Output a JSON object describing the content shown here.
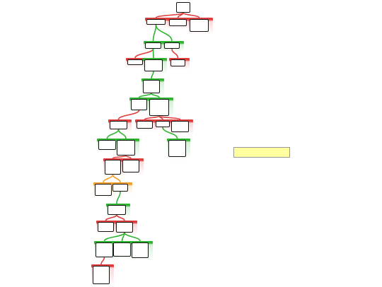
{
  "colors": {
    "green": "#2db52d",
    "red": "#e03c3c",
    "orange": "#f2a02a",
    "note": "#ffffa0"
  },
  "root": "",
  "note": "",
  "nodes": [
    {
      "text": "",
      "status": "red"
    },
    {
      "text": "",
      "status": "red"
    },
    {
      "text": "",
      "status": "red"
    },
    {
      "text": "",
      "status": "green"
    },
    {
      "text": "",
      "status": "green"
    },
    {
      "text": "",
      "status": "red"
    },
    {
      "text": "",
      "status": "green"
    },
    {
      "text": "",
      "status": "red"
    },
    {
      "text": "",
      "status": "green"
    },
    {
      "text": "",
      "status": "green"
    },
    {
      "text": "",
      "status": "green"
    },
    {
      "text": "",
      "status": "red"
    },
    {
      "text": "",
      "status": "red"
    },
    {
      "text": "",
      "status": "red"
    },
    {
      "text": "",
      "status": "red"
    },
    {
      "text": "",
      "status": "green"
    },
    {
      "text": "",
      "status": "green"
    },
    {
      "text": "",
      "status": "green"
    },
    {
      "text": "",
      "status": "red"
    },
    {
      "text": "",
      "status": "red"
    },
    {
      "text": "",
      "status": "orange"
    },
    {
      "text": "",
      "status": "orange"
    },
    {
      "text": "",
      "status": "green"
    },
    {
      "text": "",
      "status": "red"
    },
    {
      "text": "",
      "status": "red"
    },
    {
      "text": "",
      "status": "green"
    },
    {
      "text": "",
      "status": "green"
    },
    {
      "text": "",
      "status": "green"
    },
    {
      "text": "",
      "status": "red"
    }
  ]
}
